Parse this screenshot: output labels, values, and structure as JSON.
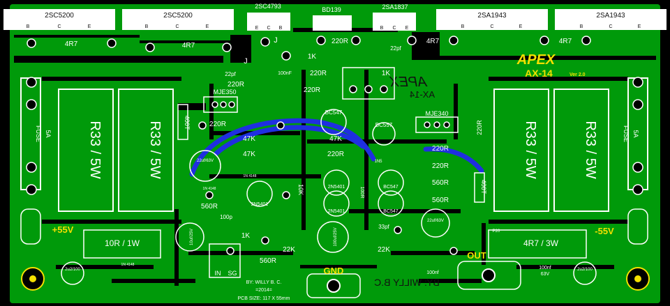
{
  "transistors_top": {
    "q1": {
      "name": "2SC5200",
      "pins": [
        "B",
        "C",
        "E"
      ]
    },
    "q2": {
      "name": "2SC5200",
      "pins": [
        "B",
        "C",
        "E"
      ]
    },
    "q3": {
      "name": "2SC4793",
      "pins": [
        "E",
        "C",
        "B"
      ]
    },
    "q4": {
      "name": "BD139"
    },
    "q5": {
      "name": "2SA1837",
      "pins": [
        "B",
        "C",
        "E"
      ]
    },
    "q6": {
      "name": "2SA1943",
      "pins": [
        "B",
        "C",
        "E"
      ]
    },
    "q7": {
      "name": "2SA1943",
      "pins": [
        "B",
        "C",
        "E"
      ]
    }
  },
  "resistors": {
    "r4r7_a": "4R7",
    "r4r7_b": "4R7",
    "r4r7_c": "4R7",
    "r4r7_d": "4R7",
    "r220_top": "220R",
    "r1k_top": "1K",
    "r1k_pot": "1K",
    "r220_mid": "220R",
    "r220_left": "220R",
    "r220_b": "220R",
    "r47k_a": "47K",
    "r47k_b": "47K",
    "r47k_c": "47K",
    "r220_c": "220R",
    "r220_d": "220R",
    "r220_e": "220R",
    "r220_f": "220R",
    "r560_a": "560R",
    "r560_b": "560R",
    "r560_c": "560R",
    "r10k": "10K",
    "r1k_low": "1K",
    "r22k_a": "22K",
    "r22k_b": "22K",
    "r560_low": "560R",
    "r100_v": "100R",
    "r220_v": "220R",
    "r400_a": "400T",
    "r400_b": "400T"
  },
  "caps": {
    "c22pf_top": "22pf",
    "c22pf_left": "22pf",
    "c100nf_a": "100nF",
    "c22uf": "22uf/63V",
    "c10uf": "10uf/25V",
    "c100p": "100p",
    "c100uf": "100uf/25V",
    "c33pf": "33pf",
    "c22uf_b": "22uf/63V",
    "c2u2_a": "2u2/100",
    "c2u2_b": "2u2/100",
    "c100nf_b": "100nf",
    "c100nf_c": "100nf",
    "c100nf_63": "63V"
  },
  "labels": {
    "brand": "APEX",
    "brand_mirror": "APEX",
    "model": "AX-14",
    "model_mirror": "AX-14",
    "version": "Ver 2.0",
    "mje350": "MJE350",
    "mje340": "MJE340",
    "bc547_a": "BC547",
    "bc557": "BC557",
    "bc547_b": "BC547",
    "bc547_c": "BC547",
    "n5401_a": "2N5401",
    "n5401_b": "2N5401",
    "n5401_c": "2N5401",
    "d4148_a": "1N 4148",
    "d4148_b": "1N 4148",
    "d4148_c": "1N 4148",
    "j_a": "J",
    "j_b": "J",
    "fuse_l": "FUSE",
    "fuse_l_val": "5A",
    "fuse_r": "FUSE",
    "fuse_r_val": "5A",
    "plus55": "+55V",
    "minus55": "-55V",
    "r10r1w": "10R / 1W",
    "r4r73w": "4R7 / 3W",
    "out": "OUT",
    "gnd": "GND",
    "in": "IN",
    "sg": "SG",
    "p20": "P20",
    "author": "BY: WILLY B. C.",
    "year": "=2014=",
    "pcb_size": "PCB SIZE: 117 X 55mm",
    "author_mirror": "BY: WILLY B.C",
    "mirror_left_1": "W",
    "big_res_text": "R33 / 5W"
  },
  "colors": {
    "board": "#009a0a",
    "copper_dark": "#000000",
    "trace_blue": "#1f2fe0",
    "silk": "#ffffff",
    "gold": "#f4e000"
  }
}
